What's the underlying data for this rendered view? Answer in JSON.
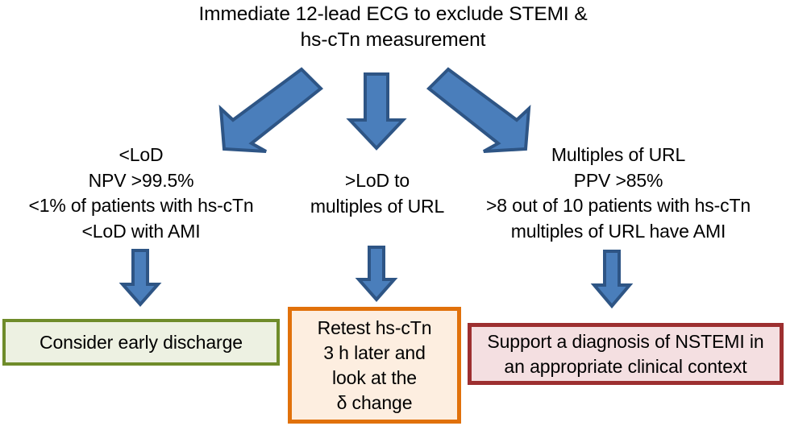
{
  "diagram": {
    "type": "clinical-algorithm-flowchart",
    "title": "Immediate 12-lead ECG to exclude STEMI &\nhs-cTn measurement",
    "branches": [
      {
        "id": "left",
        "arrow_icon": "arrow-down-left-icon",
        "label": "<LoD\nNPV >99.5%\n<1% of patients with hs-cTn\n<LoD with AMI",
        "connector_icon": "arrow-down-icon",
        "outcome": {
          "id": "consider-early-discharge",
          "text": "Consider early discharge",
          "border_color": "#6F8C2A",
          "fill_color": "#EDF1E2"
        }
      },
      {
        "id": "middle",
        "arrow_icon": "arrow-down-icon",
        "label": ">LoD to\nmultiples of URL",
        "connector_icon": "arrow-down-icon",
        "outcome": {
          "id": "retest-hs-ctn",
          "text": "Retest hs-cTn\n3 h later and\nlook at the\nδ change",
          "border_color": "#E1710B",
          "fill_color": "#FDEEE0"
        }
      },
      {
        "id": "right",
        "arrow_icon": "arrow-down-right-icon",
        "label": "Multiples of URL\nPPV >85%\n>8 out of 10 patients with hs-cTn\nmultiples of URL have AMI",
        "connector_icon": "arrow-down-icon",
        "outcome": {
          "id": "support-nstemi-diagnosis",
          "text": "Support a diagnosis of NSTEMI in\nan appropriate clinical context",
          "border_color": "#9D2F30",
          "fill_color": "#F4DFE1"
        }
      }
    ],
    "colors": {
      "arrow_fill": "#4A7EBB",
      "arrow_stroke": "#2E5585",
      "background": "#FFFFFF",
      "text": "#000000"
    }
  }
}
